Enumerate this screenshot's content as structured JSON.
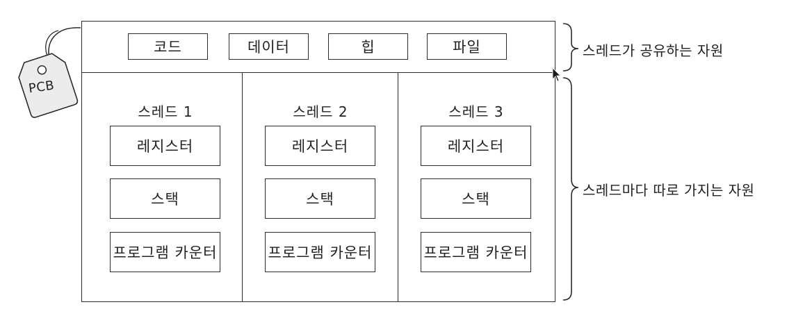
{
  "shared": {
    "items": [
      "코드",
      "데이터",
      "힙",
      "파일"
    ],
    "brace_label": "스레드가 공유하는 자원"
  },
  "threads": [
    {
      "title": "스레드 1",
      "registers": "레지스터",
      "stack": "스택",
      "pc": "프로그램 카운터"
    },
    {
      "title": "스레드 2",
      "registers": "레지스터",
      "stack": "스택",
      "pc": "프로그램 카운터"
    },
    {
      "title": "스레드 3",
      "registers": "레지스터",
      "stack": "스택",
      "pc": "프로그램 카운터"
    }
  ],
  "private_brace_label": "스레드마다 따로 가지는 자원",
  "tag": {
    "label": "PCB",
    "icon": "tag-icon"
  },
  "colors": {
    "stroke": "#2a2a2a",
    "tag_fill": "#ececec"
  }
}
